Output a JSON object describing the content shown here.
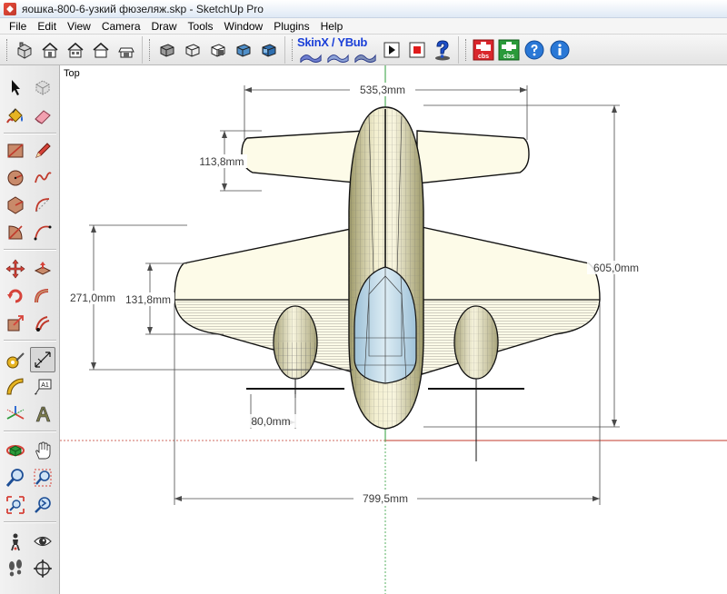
{
  "window": {
    "title": "яошка-800-6-узкий фюзеляж.skp - SketchUp Pro"
  },
  "menu": {
    "items": [
      "File",
      "Edit",
      "View",
      "Camera",
      "Draw",
      "Tools",
      "Window",
      "Plugins",
      "Help"
    ]
  },
  "toolbar": {
    "skinx_label": "SkinX / YBub",
    "cbs_label_1": "cbs",
    "cbs_label_2": "cbs"
  },
  "viewport": {
    "view_name": "Top",
    "dimensions": {
      "wingspan_horizontal_tail": "535,3mm",
      "tail_chord": "113,8mm",
      "wing_total_height": "271,0mm",
      "wing_chord": "131,8mm",
      "length": "605,0mm",
      "nacelle_width": "80,0mm",
      "wingspan": "799,5mm"
    }
  },
  "colors": {
    "axis_red": "#c0392b",
    "axis_green": "#2e9e3a",
    "wing_fill": "#fdfbe8",
    "canopy_fill": "#c9dfeb",
    "fuselage_light": "#f0ecc8",
    "fuselage_dark": "#a8a47a",
    "dim_line": "#4a4a4a"
  }
}
